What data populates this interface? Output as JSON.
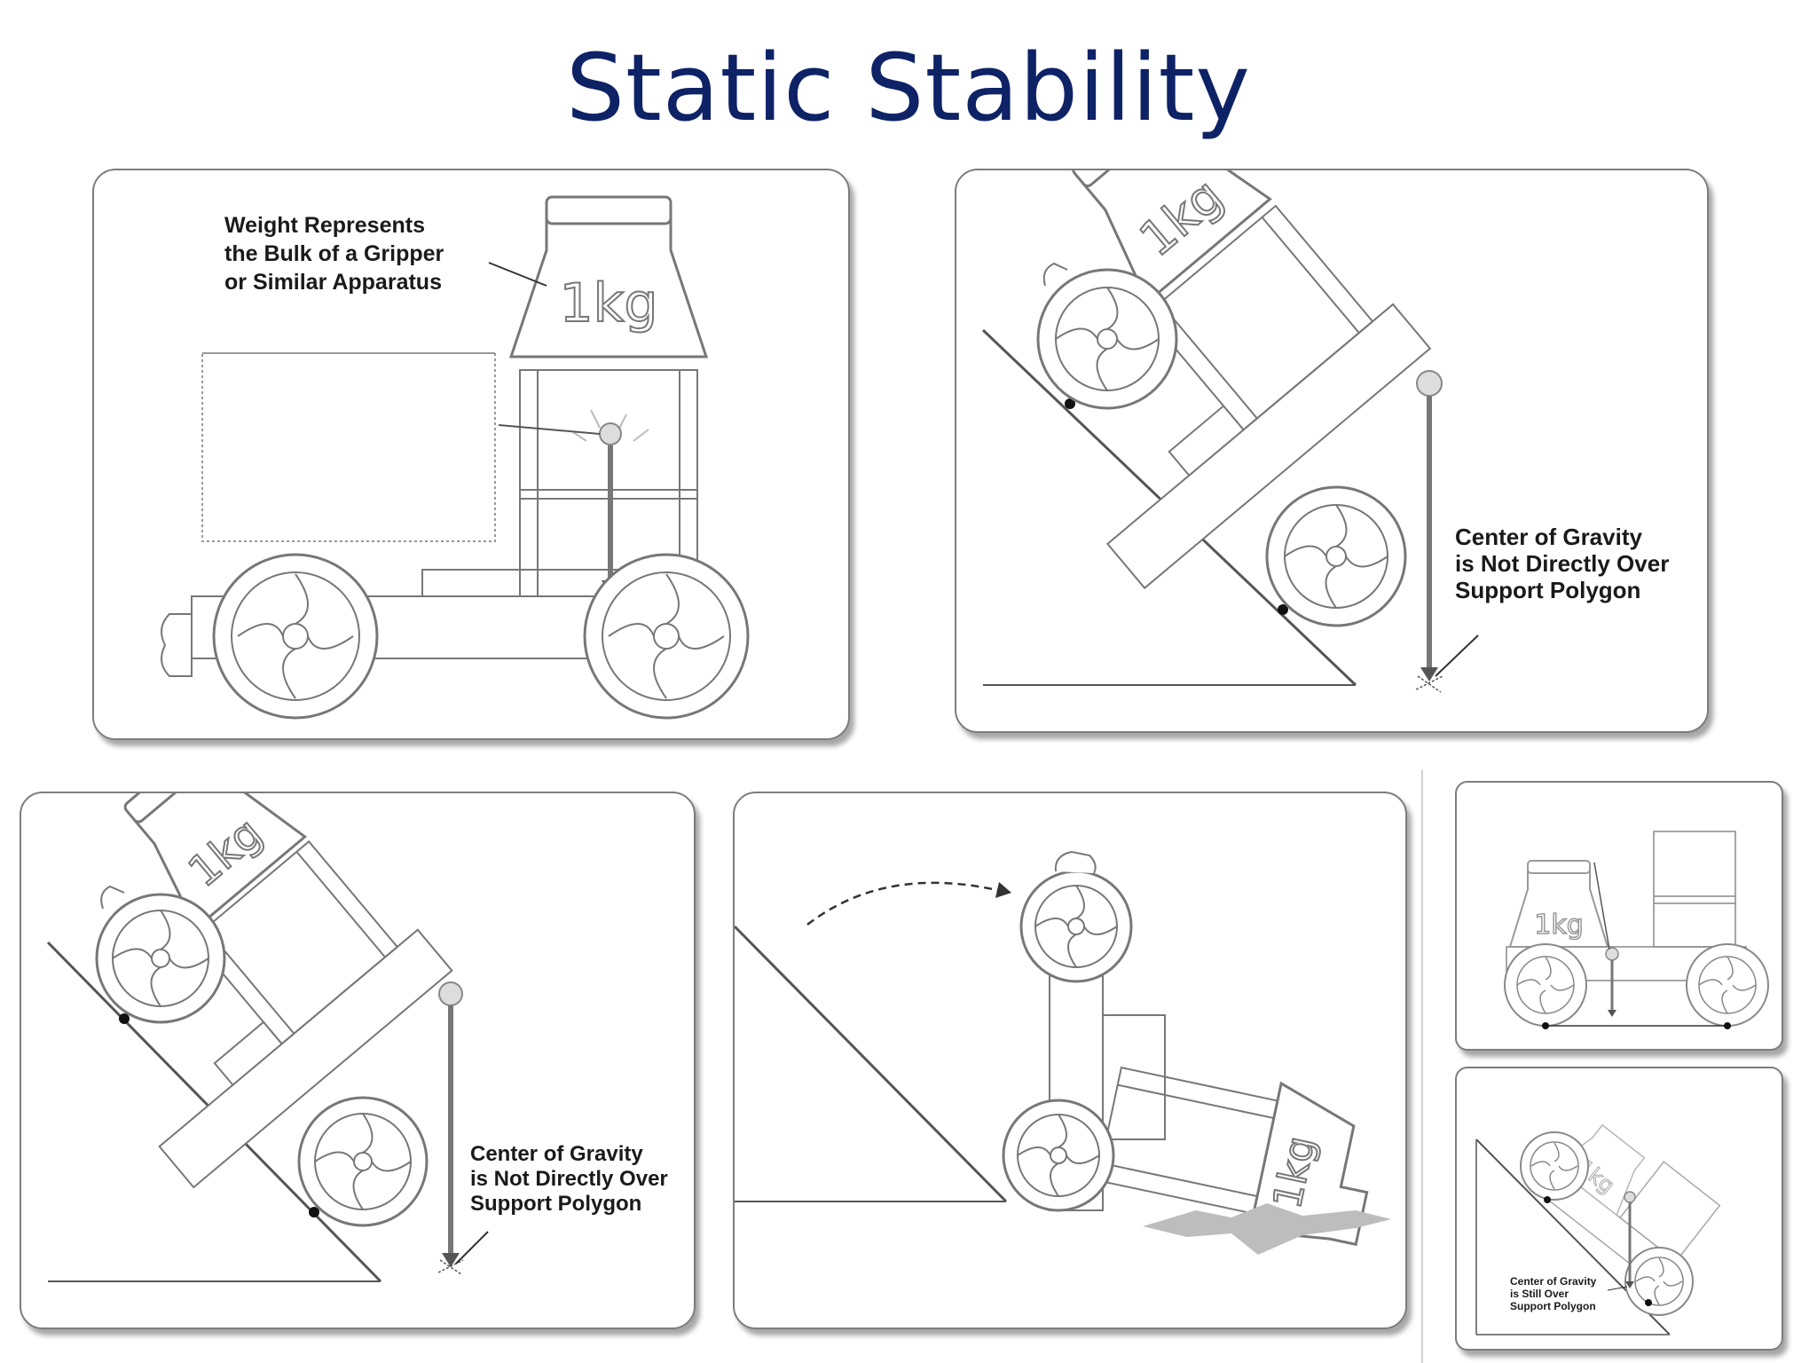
{
  "title": "Static Stability",
  "panel1": {
    "callout": [
      "Weight Represents",
      "the Bulk of a Gripper",
      "or Similar Apparatus"
    ],
    "weight_label": "1kg"
  },
  "panel2": {
    "callout": [
      "Center of Gravity",
      "is Not Directly Over",
      "Support Polygon"
    ],
    "weight_label": "1kg"
  },
  "panel3": {
    "callout": [
      "Center of Gravity",
      "is Not Directly Over",
      "Support Polygon"
    ],
    "weight_label": "1kg"
  },
  "panel4": {
    "weight_label": "1kg"
  },
  "panel5": {
    "weight_label": "1kg"
  },
  "panel6": {
    "callout": [
      "Center of Gravity",
      "is Still Over",
      "Support Polygon"
    ],
    "weight_label": "1kg"
  },
  "icons": [
    "wheel-icon",
    "weight-1kg-icon",
    "center-of-gravity-marker",
    "gravity-arrow",
    "ramp-incline",
    "tip-over-arc",
    "impact-burst"
  ]
}
